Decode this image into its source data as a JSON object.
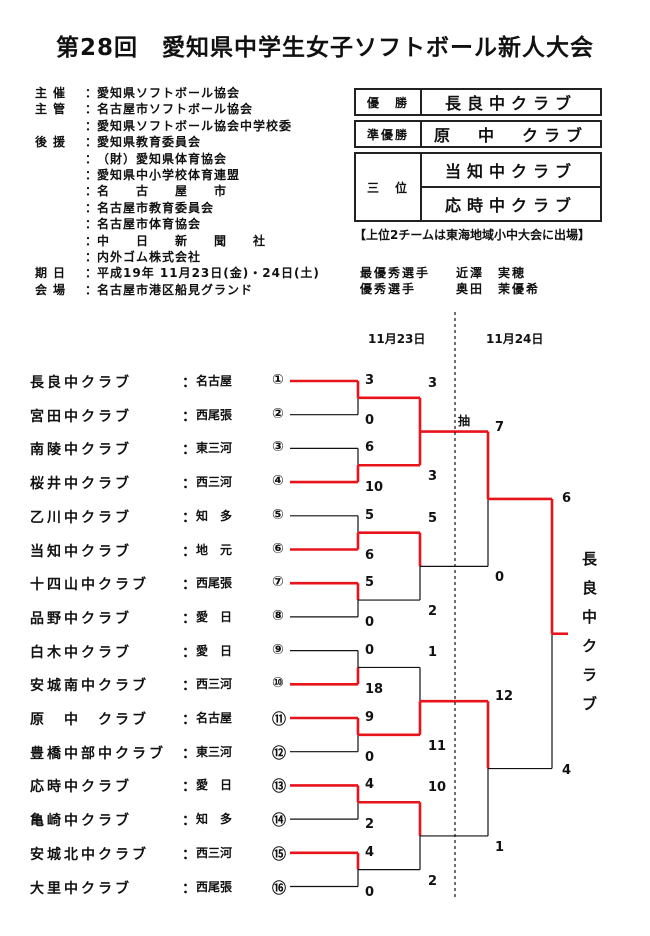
{
  "title": "第28回　愛知県中学生女子ソフトボール新人大会",
  "organizers": [
    {
      "label": "主催",
      "value": "愛知県ソフトボール協会"
    },
    {
      "label": "主管",
      "value": "名古屋市ソフトボール協会"
    },
    {
      "label": "",
      "value": "愛知県ソフトボール協会中学校委"
    },
    {
      "label": "後援",
      "value": "愛知県教育委員会"
    },
    {
      "label": "",
      "value": "（財）愛知県体育協会"
    },
    {
      "label": "",
      "value": "愛知県中小学校体育連盟"
    },
    {
      "label": "",
      "value": "名　　古　　屋　　市"
    },
    {
      "label": "",
      "value": "名古屋市教育委員会"
    },
    {
      "label": "",
      "value": "名古屋市体育協会"
    },
    {
      "label": "",
      "value": "中　　日　　新　　聞　　社"
    },
    {
      "label": "",
      "value": "内外ゴム株式会社"
    },
    {
      "label": "期日",
      "value": "平成19年 11月23日(金)・24日(土)"
    },
    {
      "label": "会場",
      "value": "名古屋市港区船見グランド"
    }
  ],
  "results": {
    "first": {
      "rank": "優　勝",
      "team": "長良中クラブ"
    },
    "second": {
      "rank": "準優勝",
      "team": "原　中　クラブ"
    },
    "third": {
      "rank": "三　位",
      "teams": [
        "当知中クラブ",
        "応時中クラブ"
      ]
    },
    "note": "【上位2チームは東海地域小中大会に出場】"
  },
  "awards": [
    {
      "title": "最優秀選手",
      "name": "近澤　実穂"
    },
    {
      "title": "優秀選手",
      "name": "奥田　茉優希"
    }
  ],
  "dates": [
    "11月23日",
    "11月24日"
  ],
  "teams": [
    {
      "seed": "①",
      "name": "長良中クラブ",
      "region": "名古屋"
    },
    {
      "seed": "②",
      "name": "宮田中クラブ",
      "region": "西尾張"
    },
    {
      "seed": "③",
      "name": "南陵中クラブ",
      "region": "東三河"
    },
    {
      "seed": "④",
      "name": "桜井中クラブ",
      "region": "西三河"
    },
    {
      "seed": "⑤",
      "name": "乙川中クラブ",
      "region": "知　多"
    },
    {
      "seed": "⑥",
      "name": "当知中クラブ",
      "region": "地　元"
    },
    {
      "seed": "⑦",
      "name": "十四山中クラブ",
      "region": "西尾張"
    },
    {
      "seed": "⑧",
      "name": "品野中クラブ",
      "region": "愛　日"
    },
    {
      "seed": "⑨",
      "name": "白木中クラブ",
      "region": "愛　日"
    },
    {
      "seed": "⑩",
      "name": "安城南中クラブ",
      "region": "西三河"
    },
    {
      "seed": "⑪",
      "name": "原　中　クラブ",
      "region": "名古屋"
    },
    {
      "seed": "⑫",
      "name": "豊橋中部中クラブ",
      "region": "東三河"
    },
    {
      "seed": "⑬",
      "name": "応時中クラブ",
      "region": "愛　日"
    },
    {
      "seed": "⑭",
      "name": "亀崎中クラブ",
      "region": "知　多"
    },
    {
      "seed": "⑮",
      "name": "安城北中クラブ",
      "region": "西三河"
    },
    {
      "seed": "⑯",
      "name": "大里中クラブ",
      "region": "西尾張"
    }
  ],
  "team_colon": "：",
  "org_colon": "：",
  "scores": {
    "r1": [
      "3",
      "0",
      "6",
      "10",
      "5",
      "6",
      "5",
      "0",
      "0",
      "18",
      "9",
      "0",
      "4",
      "2",
      "4",
      "0"
    ],
    "qf": [
      "3",
      "3",
      "5",
      "2",
      "1",
      "11",
      "10",
      "2"
    ],
    "sf": [
      "7",
      "0",
      "12",
      "1"
    ],
    "final": [
      "6",
      "4"
    ]
  },
  "draw_mark": "抽",
  "champion_vertical": [
    "長",
    "良",
    "中",
    "ク",
    "ラ",
    "ブ"
  ],
  "colors": {
    "winner_line": "#e8141b",
    "loser_line": "#111111"
  }
}
